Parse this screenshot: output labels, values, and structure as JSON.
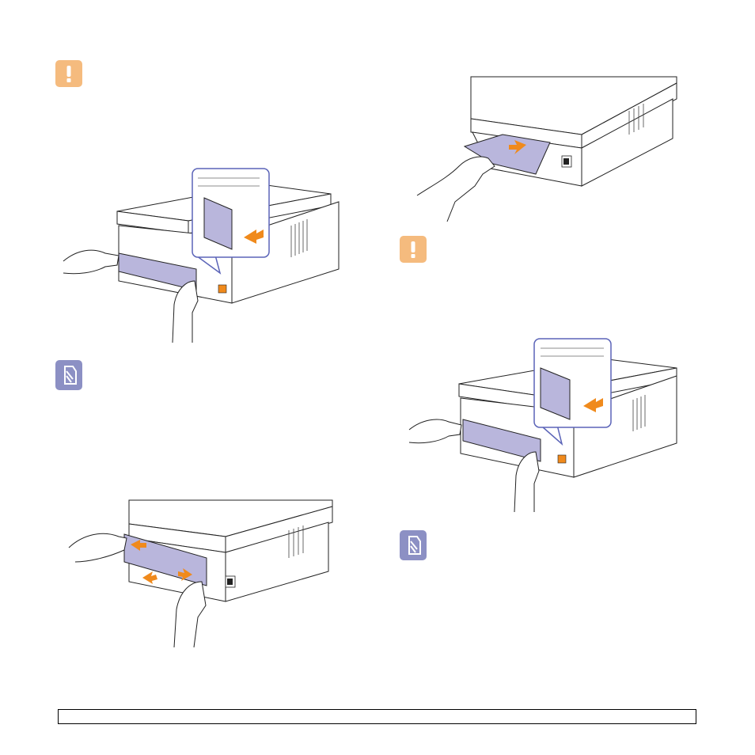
{
  "page": {
    "background": "#ffffff",
    "footer": {
      "text": ""
    }
  },
  "icons": {
    "caution": {
      "name": "caution-icon",
      "color": "#f5bb7e"
    },
    "note": {
      "name": "note-icon",
      "color": "#8c90c4"
    }
  },
  "steps": [
    {
      "name": "reattach-rear-cover-figure"
    },
    {
      "name": "remove-rear-cover-figure"
    },
    {
      "name": "pull-jammed-paper-figure"
    },
    {
      "name": "reattach-rear-cover-figure-2"
    }
  ],
  "colors": {
    "panel": "#b9b6dc",
    "accent": "#f08a1c",
    "callout_border": "#5b64b8"
  }
}
